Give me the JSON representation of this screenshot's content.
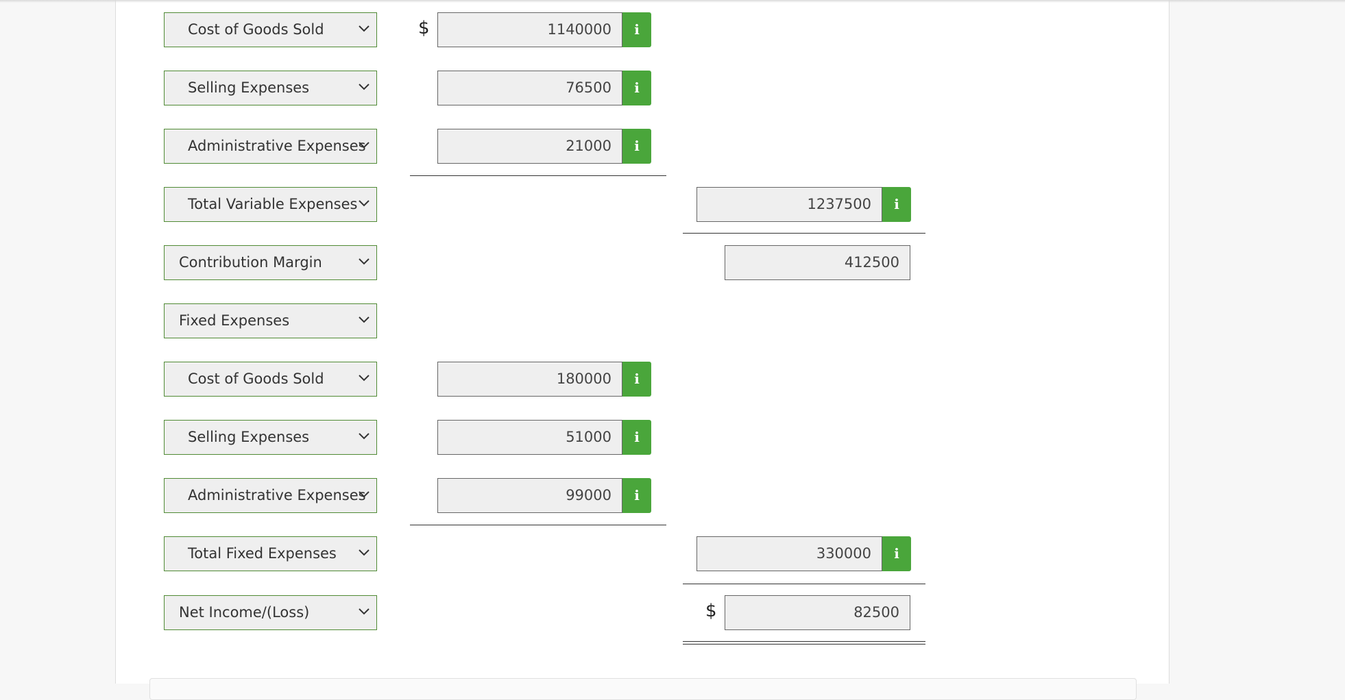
{
  "rows": [
    {
      "label": "Cost of Goods Sold"
    },
    {
      "label": "Selling Expenses"
    },
    {
      "label": "Administrative Expenses"
    },
    {
      "label": "Total Variable Expenses"
    },
    {
      "label": "Contribution Margin"
    },
    {
      "label": "Fixed Expenses"
    },
    {
      "label": "Cost of Goods Sold"
    },
    {
      "label": "Selling Expenses"
    },
    {
      "label": "Administrative Expenses"
    },
    {
      "label": "Total Fixed Expenses"
    },
    {
      "label": "Net Income/(Loss)"
    }
  ],
  "amounts": {
    "var_cogs": "1140000",
    "var_selling": "76500",
    "var_admin": "21000",
    "total_variable": "1237500",
    "contribution_margin": "412500",
    "fixed_cogs": "180000",
    "fixed_selling": "51000",
    "fixed_admin": "99000",
    "total_fixed": "330000",
    "net_income": "82500"
  },
  "symbols": {
    "currency": "$",
    "info": "i"
  },
  "colors": {
    "info_button": "#4aa63b",
    "dropdown_border": "#4f8a34",
    "field_background": "#efefef"
  },
  "icons": {
    "dropdown": "chevron-down-icon",
    "info": "info-icon"
  }
}
